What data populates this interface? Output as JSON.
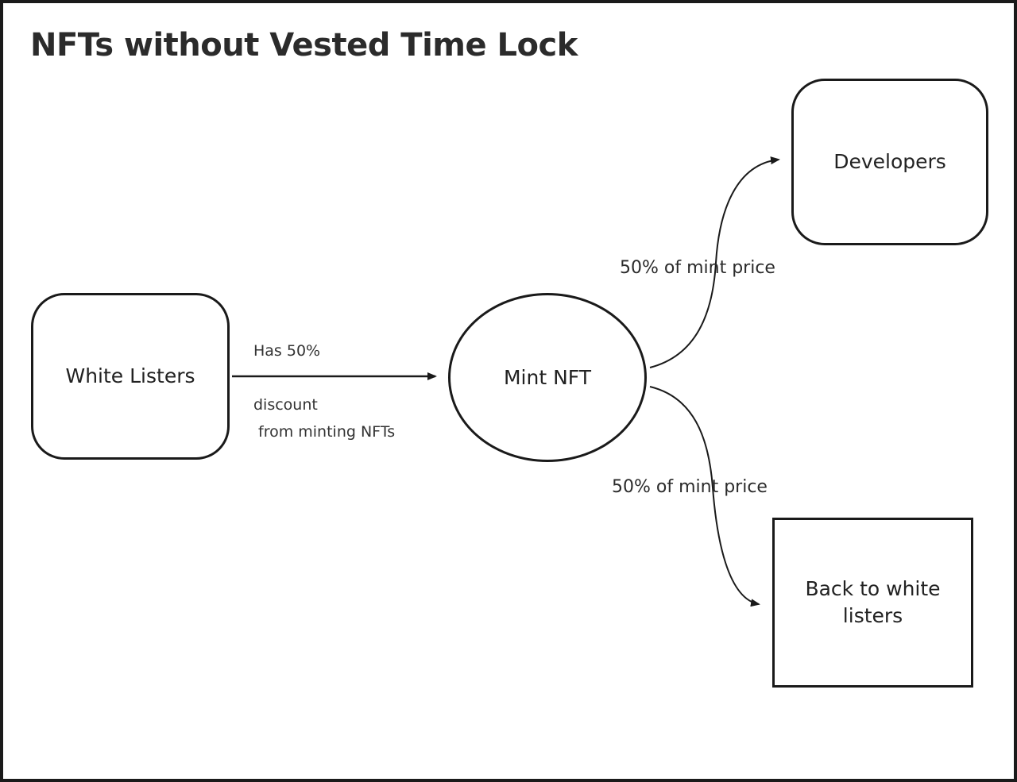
{
  "page": {
    "title": "NFTs without Vested Time Lock"
  },
  "nodes": {
    "white_listers": {
      "label": "White Listers",
      "shape": "rounded-rectangle"
    },
    "mint_nft": {
      "label": "Mint NFT",
      "shape": "ellipse"
    },
    "developers": {
      "label": "Developers",
      "shape": "rounded-rectangle"
    },
    "back_to_white_listers": {
      "label": "Back to white listers",
      "shape": "rectangle"
    }
  },
  "edges": {
    "white_listers_to_mint_nft": {
      "label_line1": "Has 50%",
      "label_line2": "discount",
      "label_line3": "from minting NFTs"
    },
    "mint_nft_to_developers": {
      "label": "50% of mint price"
    },
    "mint_nft_to_back_to_white_listers": {
      "label": "50% of mint price"
    }
  },
  "colors": {
    "stroke": "#1a1a1a",
    "background": "#ffffff",
    "text": "#222222"
  }
}
